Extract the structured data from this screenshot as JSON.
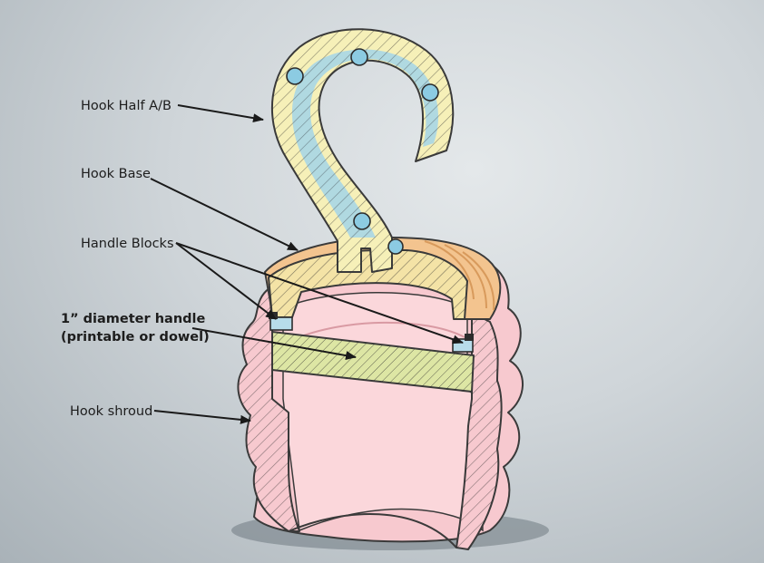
{
  "labels": {
    "hook_half": "Hook Half A/B",
    "hook_base": "Hook Base",
    "handle_blocks": "Handle Blocks",
    "handle_line1": "1” diameter handle",
    "handle_line2": "(printable or dowel)",
    "hook_shroud": "Hook shroud"
  },
  "colors": {
    "hook_yellow": "#f6f0b8",
    "hook_blue": "#a9d6e6",
    "pin_blue": "#8ccbe2",
    "base_orange": "#f3c48f",
    "base_hatch": "#f4e3a6",
    "shroud_pink": "#f7c9cf",
    "shroud_inner": "#fbd7db",
    "handle_green": "#dde6a4",
    "block_blue": "#b7dcea"
  }
}
